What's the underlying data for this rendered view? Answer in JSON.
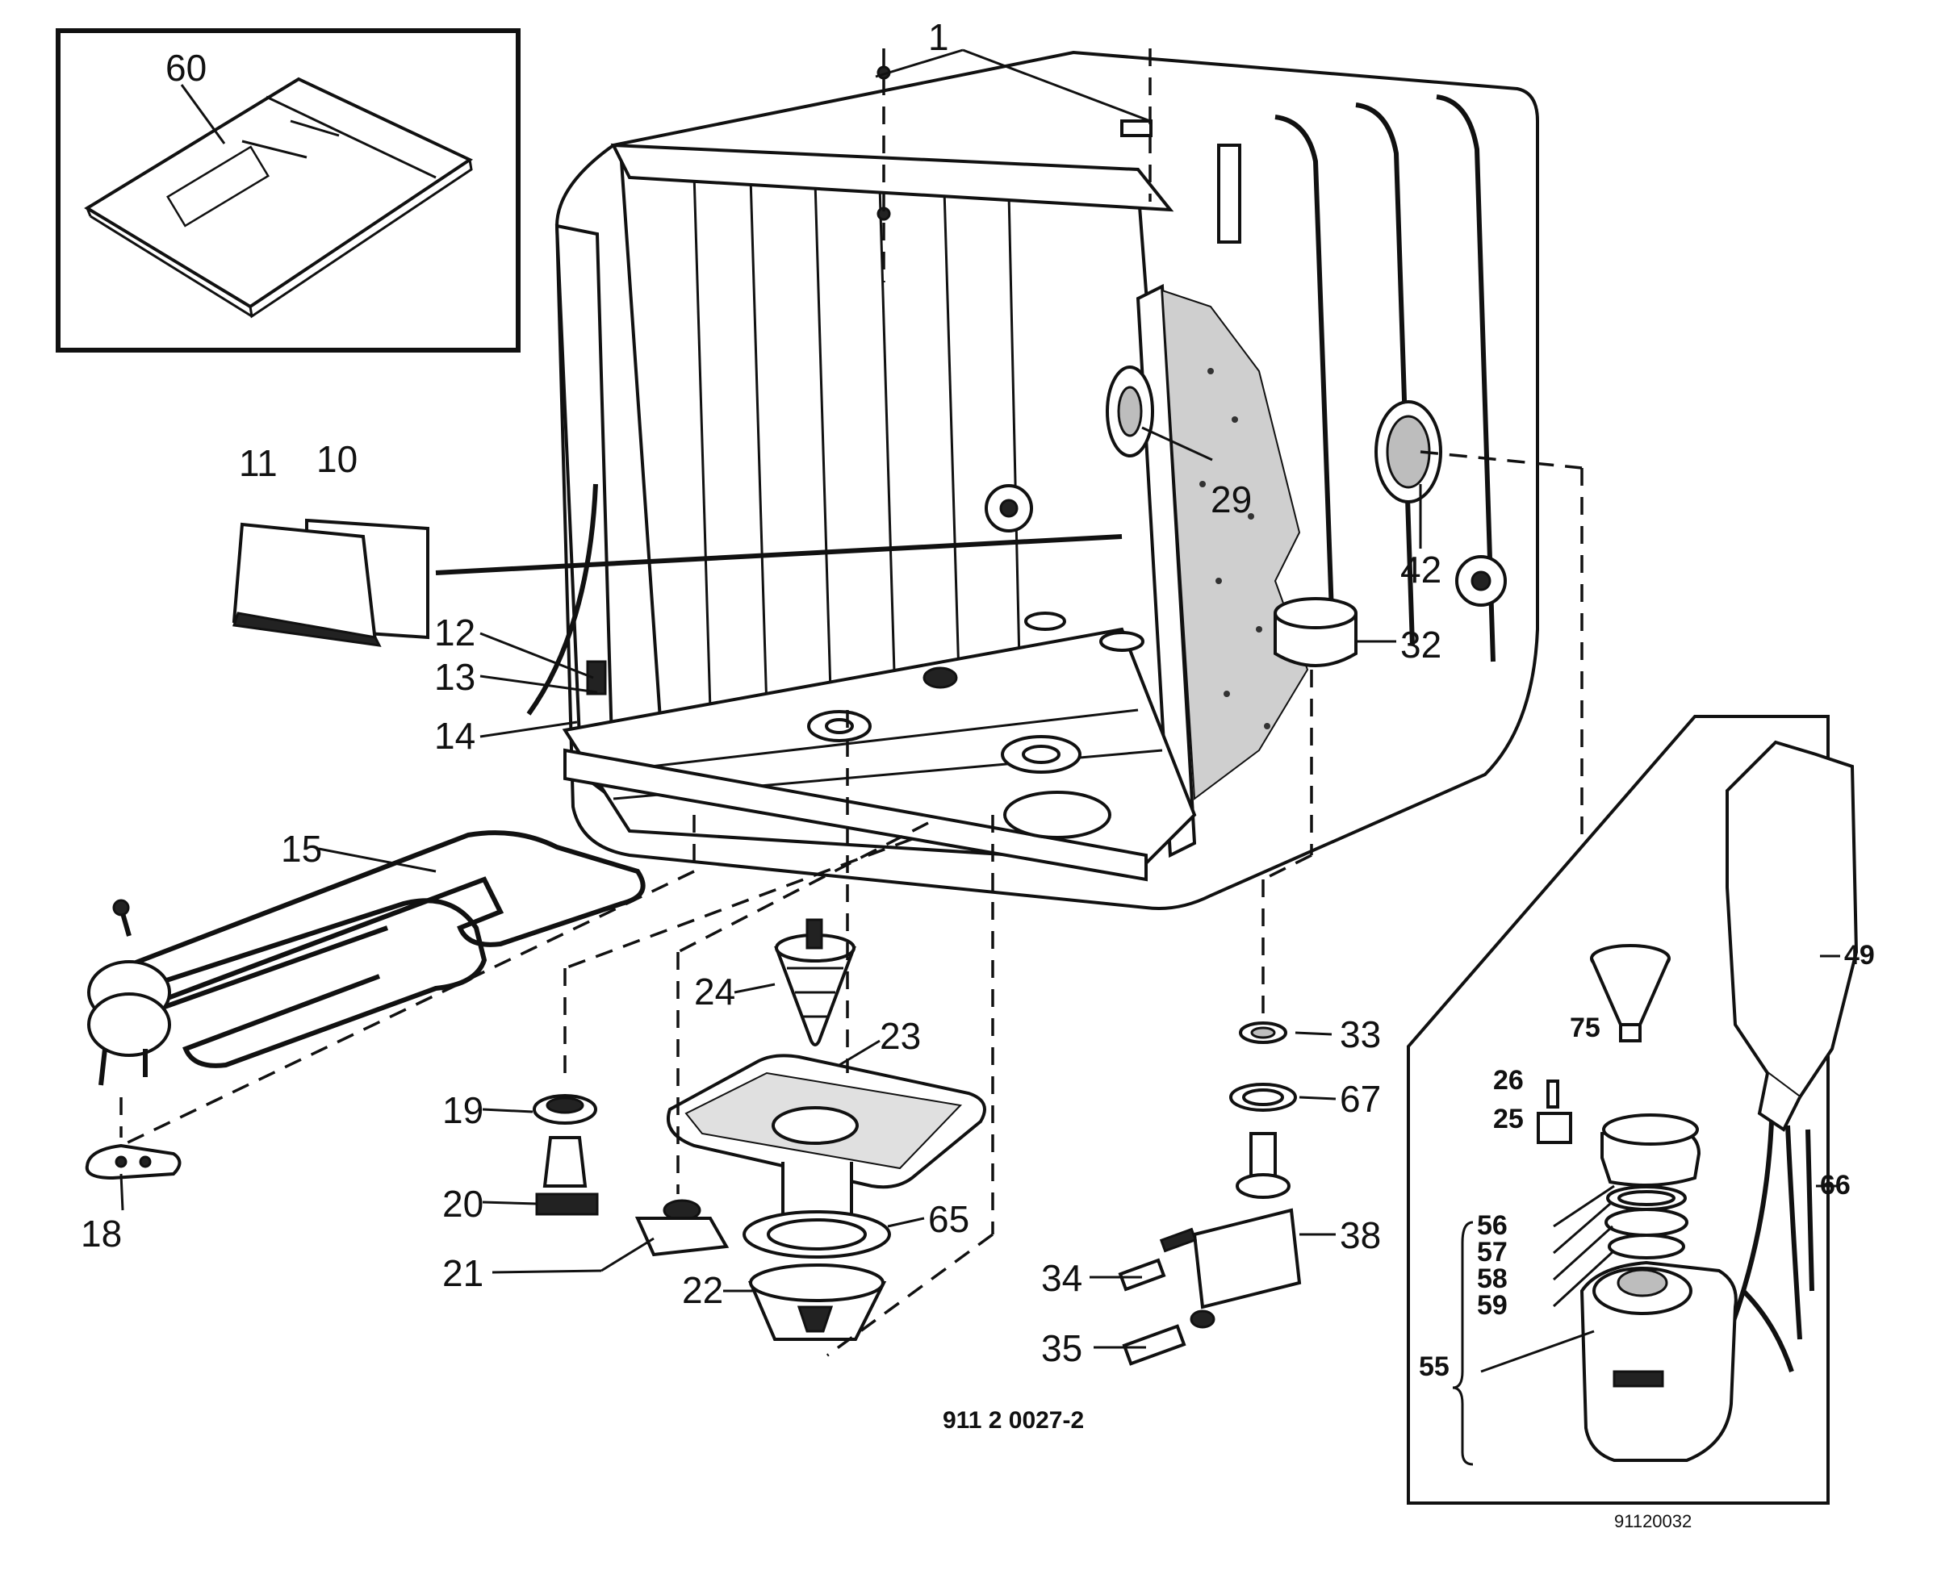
{
  "diagram": {
    "drawing_number": "911 2 0027-2",
    "inset_drawing_number": "91120032",
    "part_labels": {
      "p1": "1",
      "p10": "10",
      "p11": "11",
      "p12": "12",
      "p13": "13",
      "p14": "14",
      "p15": "15",
      "p18": "18",
      "p19": "19",
      "p20": "20",
      "p21": "21",
      "p22": "22",
      "p23": "23",
      "p24": "24",
      "p29": "29",
      "p32": "32",
      "p33": "33",
      "p34": "34",
      "p35": "35",
      "p38": "38",
      "p42": "42",
      "p60": "60",
      "p65": "65",
      "p67": "67"
    },
    "inset_labels": {
      "p25": "25",
      "p26": "26",
      "p49": "49",
      "p55": "55",
      "p56": "56",
      "p57": "57",
      "p58": "58",
      "p59": "59",
      "p66": "66",
      "p75": "75"
    }
  }
}
